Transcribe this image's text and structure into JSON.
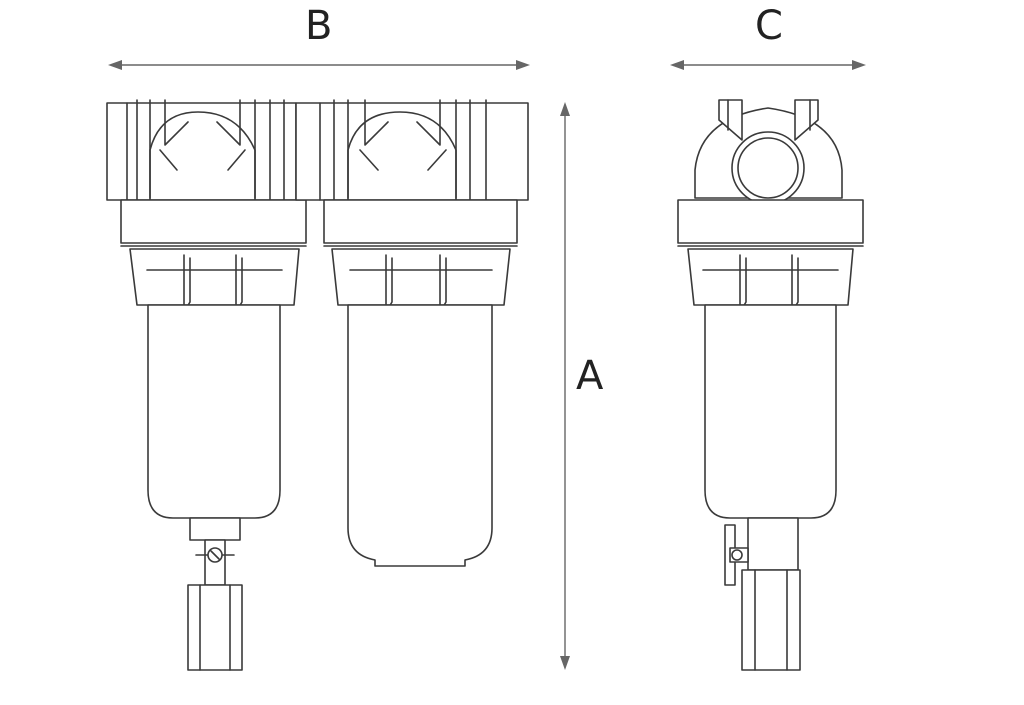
{
  "dimensions": {
    "a": "A",
    "b": "B",
    "c": "C"
  },
  "colors": {
    "line": "#3a3a3a",
    "dimension": "#666666",
    "background": "#ffffff"
  }
}
